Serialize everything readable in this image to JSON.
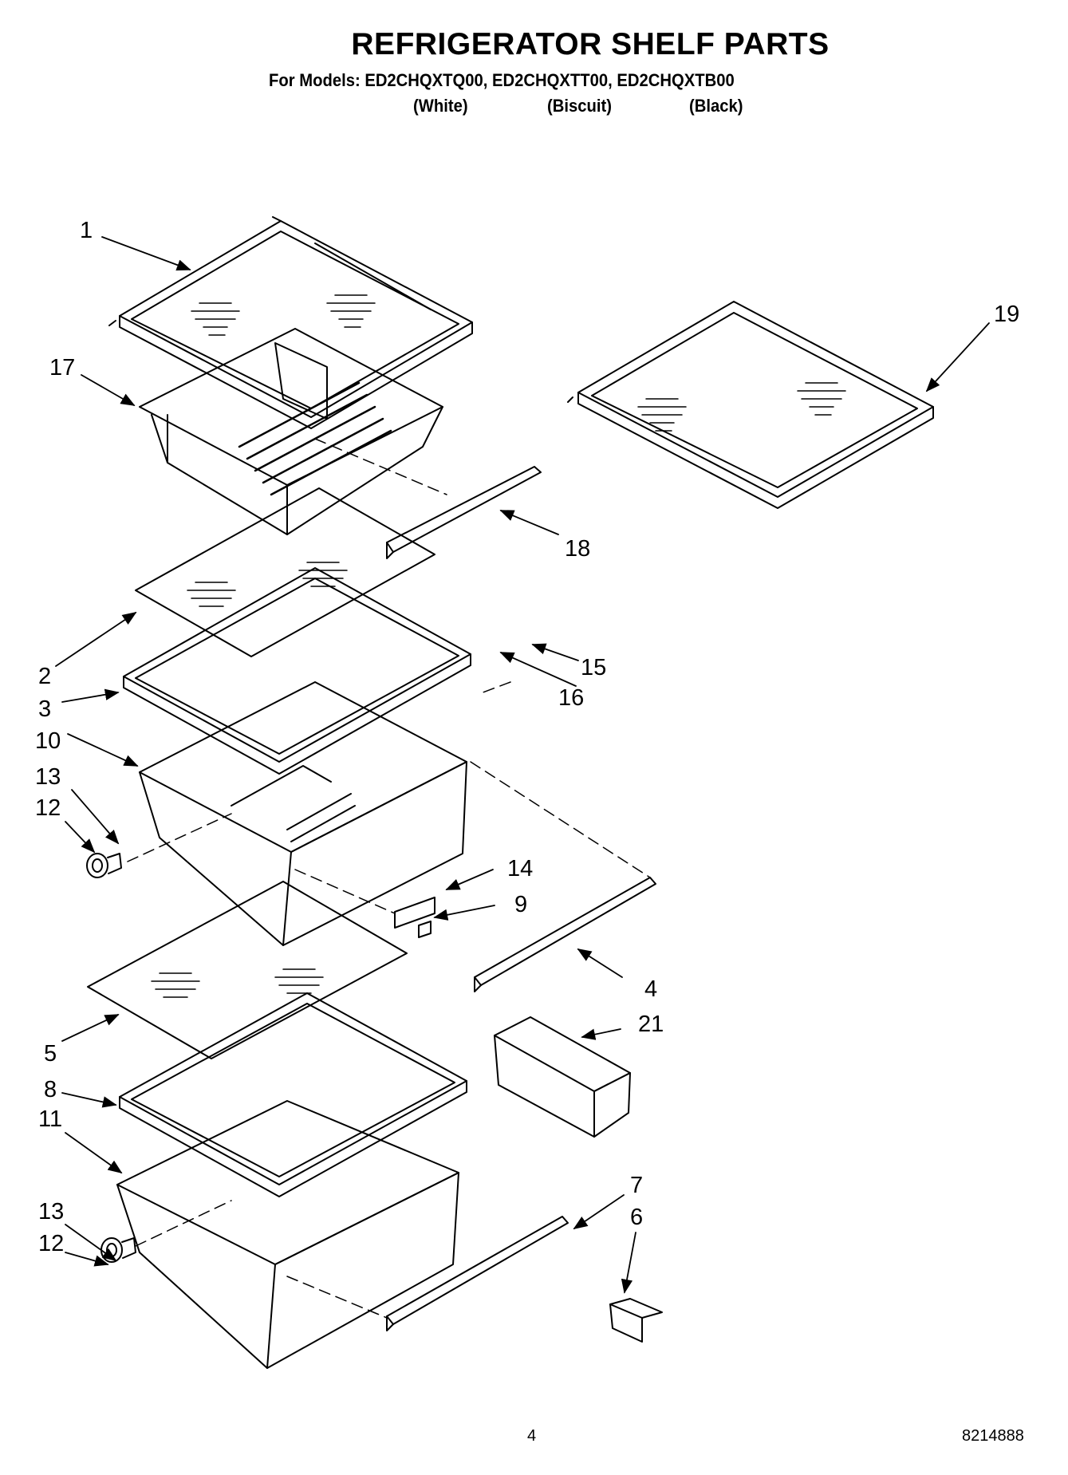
{
  "header": {
    "title": "REFRIGERATOR SHELF PARTS",
    "models": "For Models: ED2CHQXTQ00, ED2CHQXTT00, ED2CHQXTB00",
    "variants": [
      "(White)",
      "(Biscuit)",
      "(Black)"
    ]
  },
  "callouts": [
    "1",
    "17",
    "19",
    "18",
    "2",
    "15",
    "3",
    "16",
    "10",
    "13",
    "12",
    "14",
    "9",
    "4",
    "21",
    "5",
    "8",
    "11",
    "7",
    "6",
    "13",
    "12"
  ],
  "footer": {
    "page_number": "4",
    "document_number": "8214888"
  }
}
